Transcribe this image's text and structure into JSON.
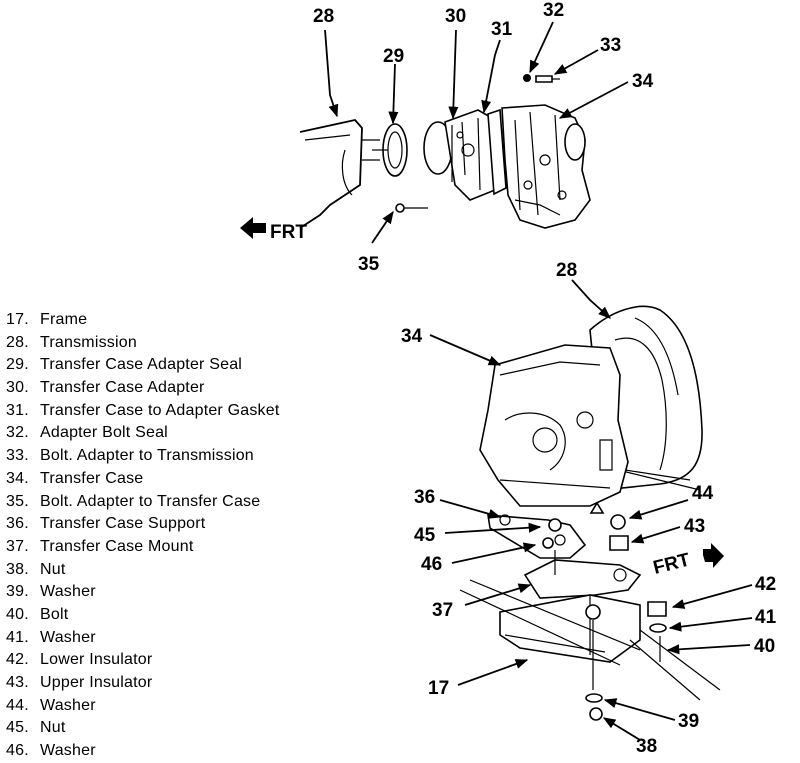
{
  "callouts": {
    "c28_top": "28",
    "c29": "29",
    "c30": "30",
    "c31": "31",
    "c32": "32",
    "c33": "33",
    "c34_top": "34",
    "c35": "35",
    "c28_bottom": "28",
    "c34_bottom": "34",
    "c36": "36",
    "c45": "45",
    "c46": "46",
    "c37": "37",
    "c17": "17",
    "c44": "44",
    "c43": "43",
    "c42": "42",
    "c41": "41",
    "c40": "40",
    "c39": "39",
    "c38": "38"
  },
  "frt_top": "FRT",
  "frt_bottom": "FRT",
  "legend": [
    {
      "num": "17.",
      "text": "Frame"
    },
    {
      "num": "28.",
      "text": "Transmission"
    },
    {
      "num": "29.",
      "text": "Transfer Case Adapter Seal"
    },
    {
      "num": "30.",
      "text": "Transfer Case Adapter"
    },
    {
      "num": "31.",
      "text": "Transfer Case to Adapter Gasket"
    },
    {
      "num": "32.",
      "text": "Adapter Bolt Seal"
    },
    {
      "num": "33.",
      "text": "Bolt. Adapter to Transmission"
    },
    {
      "num": "34.",
      "text": "Transfer Case"
    },
    {
      "num": "35.",
      "text": "Bolt. Adapter to Transfer Case"
    },
    {
      "num": "36.",
      "text": "Transfer Case Support"
    },
    {
      "num": "37.",
      "text": "Transfer Case Mount"
    },
    {
      "num": "38.",
      "text": "Nut"
    },
    {
      "num": "39.",
      "text": "Washer"
    },
    {
      "num": "40.",
      "text": "Bolt"
    },
    {
      "num": "41.",
      "text": "Washer"
    },
    {
      "num": "42.",
      "text": "Lower Insulator"
    },
    {
      "num": "43.",
      "text": "Upper Insulator"
    },
    {
      "num": "44.",
      "text": "Washer"
    },
    {
      "num": "45.",
      "text": "Nut"
    },
    {
      "num": "46.",
      "text": "Washer"
    }
  ]
}
